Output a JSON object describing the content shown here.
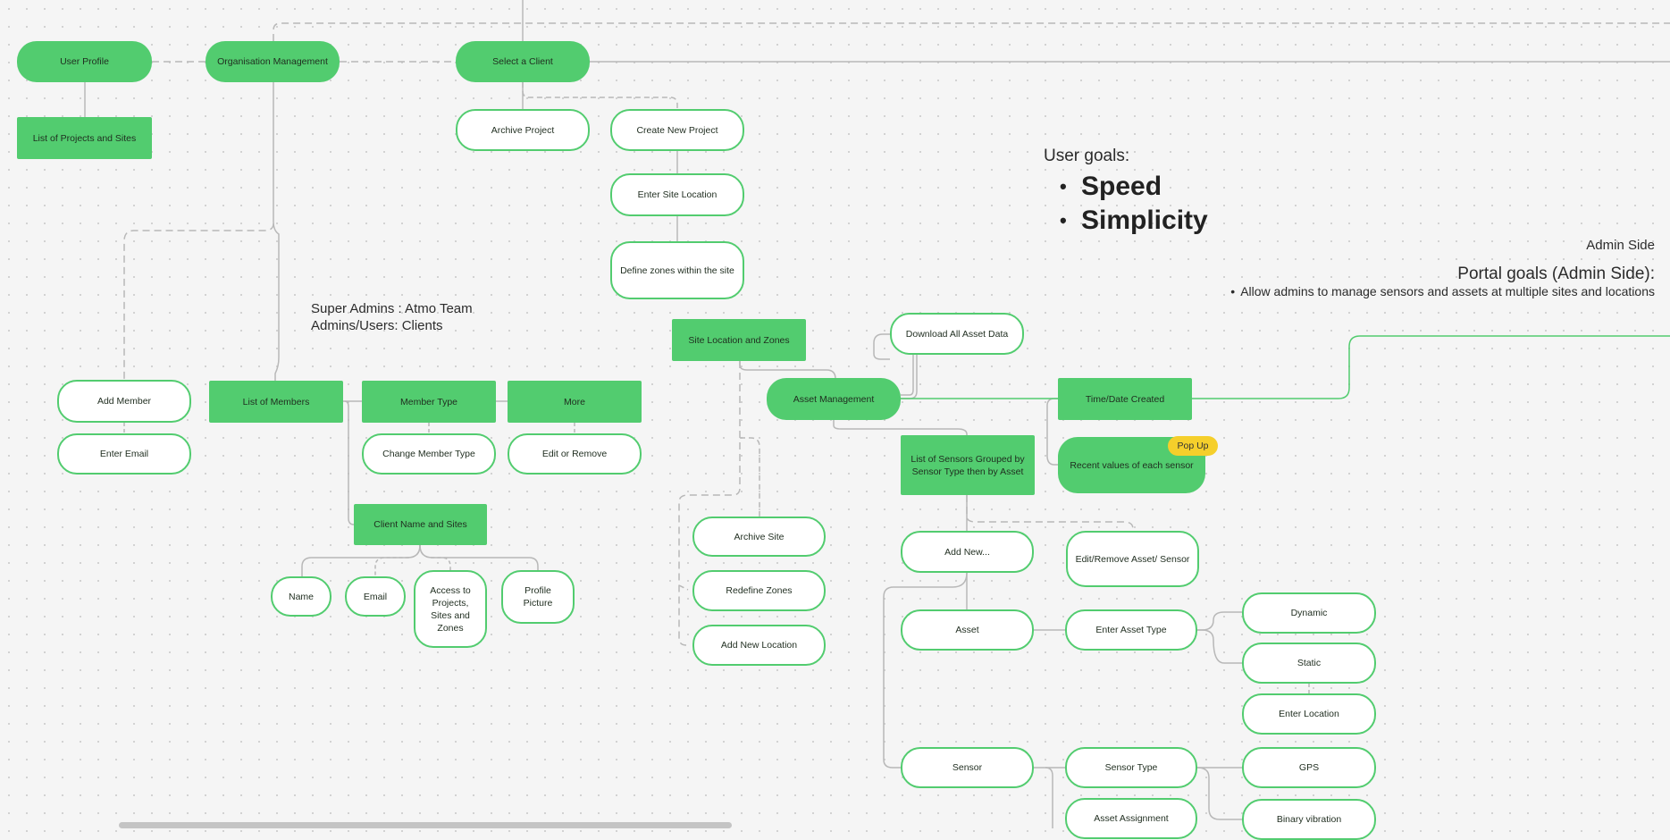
{
  "nodes": {
    "user_profile": "User Profile",
    "organisation_management": "Organisation Management",
    "select_a_client": "Select a Client",
    "list_of_projects_and_sites": "List of Projects and Sites",
    "archive_project": "Archive Project",
    "create_new_project": "Create New Project",
    "enter_site_location": "Enter Site Location",
    "define_zones": "Define zones within the site",
    "site_location_and_zones": "Site Location and Zones",
    "download_all_asset_data": "Download All Asset Data",
    "asset_management": "Asset Management",
    "time_date_created": "Time/Date Created",
    "list_of_sensors": "List of Sensors Grouped by Sensor Type then by Asset",
    "recent_values": "Recent values of each sensor",
    "add_member": "Add Member",
    "enter_email": "Enter Email",
    "list_of_members": "List of Members",
    "member_type": "Member Type",
    "more": "More",
    "change_member_type": "Change Member Type",
    "edit_or_remove": "Edit or Remove",
    "client_name_and_sites": "Client Name and Sites",
    "name": "Name",
    "email": "Email",
    "access": "Access to Projects, Sites and Zones",
    "profile_picture": "Profile Picture",
    "archive_site": "Archive Site",
    "redefine_zones": "Redefine Zones",
    "add_new_location": "Add New Location",
    "add_new": "Add New...",
    "edit_remove_asset_sensor": "Edit/Remove Asset/ Sensor",
    "asset": "Asset",
    "enter_asset_type": "Enter Asset Type",
    "dynamic": "Dynamic",
    "static": "Static",
    "enter_location": "Enter Location",
    "sensor": "Sensor",
    "sensor_type": "Sensor Type",
    "gps": "GPS",
    "asset_assignment": "Asset Assignment",
    "binary_vibration": "Binary vibration"
  },
  "badge": {
    "popup": "Pop Up"
  },
  "notes": {
    "user_goals_heading": "User goals:",
    "user_goals": [
      "Speed",
      "Simplicity"
    ],
    "admin_side": "Admin Side",
    "portal_goals_heading": "Portal goals (Admin Side):",
    "portal_goals": [
      "Allow admins to manage sensors and assets at multiple sites and locations"
    ],
    "roles_line1": "Super Admins : Atmo Team",
    "roles_line2": "Admins/Users: Clients"
  },
  "colors": {
    "node_green": "#52cc6f",
    "line_grey": "#b5b5b5",
    "line_green": "#52cc6f",
    "badge_yellow": "#f5cf2b"
  }
}
